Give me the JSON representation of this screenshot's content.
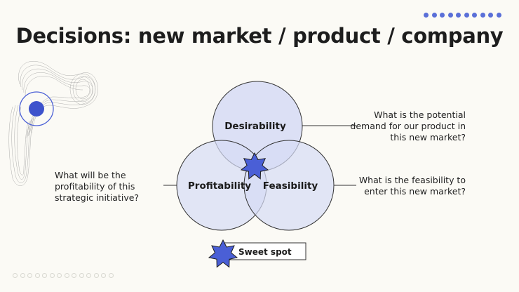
{
  "title": "Decisions: new market / product / company",
  "circles": {
    "top": "Desirability",
    "left": "Profitability",
    "right": "Feasibility"
  },
  "questions": {
    "desirability": "What is the potential demand for our product in this new market?",
    "profitability": "What will be the profitability of this strategic initiative?",
    "feasibility": "What is the feasibility to enter this new market?"
  },
  "legend": {
    "label": "Sweet spot"
  },
  "colors": {
    "accent": "#4a5fd6",
    "circle_fill": "#d6dbf5",
    "star": "#4a5fd6"
  }
}
